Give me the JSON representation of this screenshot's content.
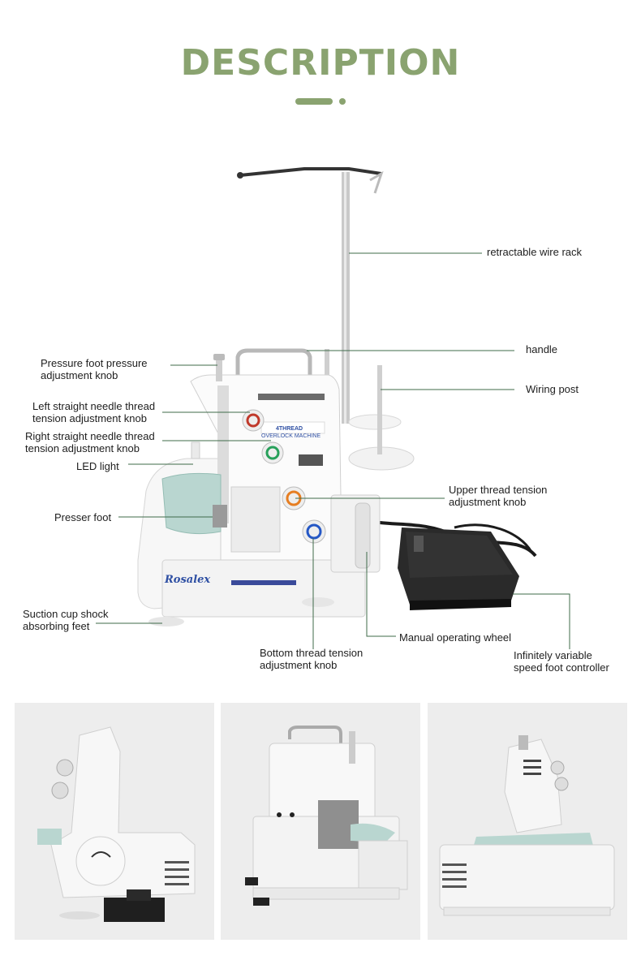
{
  "page": {
    "title": "DESCRIPTION",
    "accent_color": "#8aa370",
    "leader_color": "#3f6b4a"
  },
  "machine": {
    "brand": "Rosalex",
    "badge_line1": "4THREAD",
    "badge_line2": "OVERLOCK MACHINE"
  },
  "labels": {
    "pressure_foot_knob": "Pressure foot pressure\nadjustment knob",
    "left_needle_knob": "Left straight needle thread\ntension adjustment knob",
    "right_needle_knob": "Right straight needle thread\ntension adjustment knob",
    "led_light": "LED light",
    "presser_foot": "Presser foot",
    "suction_feet": "Suction cup shock\nabsorbing feet",
    "bottom_knob": "Bottom thread tension\nadjustment knob",
    "wire_rack": "retractable wire rack",
    "handle": "handle",
    "wiring_post": "Wiring post",
    "upper_knob": "Upper thread tension\nadjustment knob",
    "hand_wheel": "Manual operating wheel",
    "foot_controller": "Infinitely variable\nspeed foot controller"
  },
  "views": [
    "side-view",
    "back-view",
    "top-side-view"
  ]
}
